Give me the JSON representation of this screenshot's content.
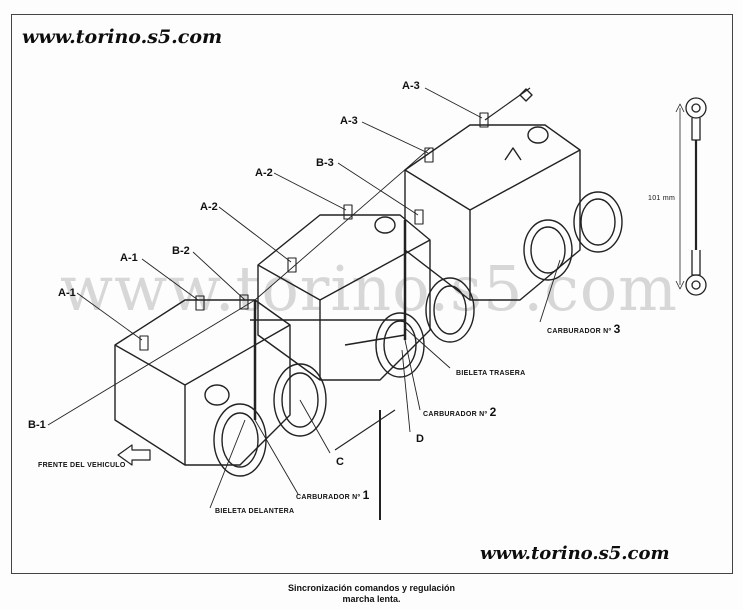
{
  "header": {
    "url": "www.torino.s5.com"
  },
  "footer": {
    "url": "www.torino.s5.com"
  },
  "watermark": "www.torino.s5.com",
  "labels": {
    "a3_top": "A-3",
    "a3": "A-3",
    "b3": "B-3",
    "a2": "A-2",
    "a2b": "A-2",
    "b2": "B-2",
    "a1": "A-1",
    "a1b": "A-1",
    "b1": "B-1",
    "c": "C",
    "d": "D",
    "carb3_text": "CARBURADOR Nº",
    "carb3_num": "3",
    "carb2_text": "CARBURADOR Nº",
    "carb2_num": "2",
    "carb1_text": "CARBURADOR Nº",
    "carb1_num": "1",
    "bieleta_trasera": "BIELETA TRASERA",
    "bieleta_delantera": "BIELETA DELANTERA",
    "frente": "FRENTE DEL VEHICULO",
    "measure": "101 mm"
  },
  "caption": {
    "line1": "Sincronización comandos y regulación",
    "line2": "marcha lenta."
  }
}
